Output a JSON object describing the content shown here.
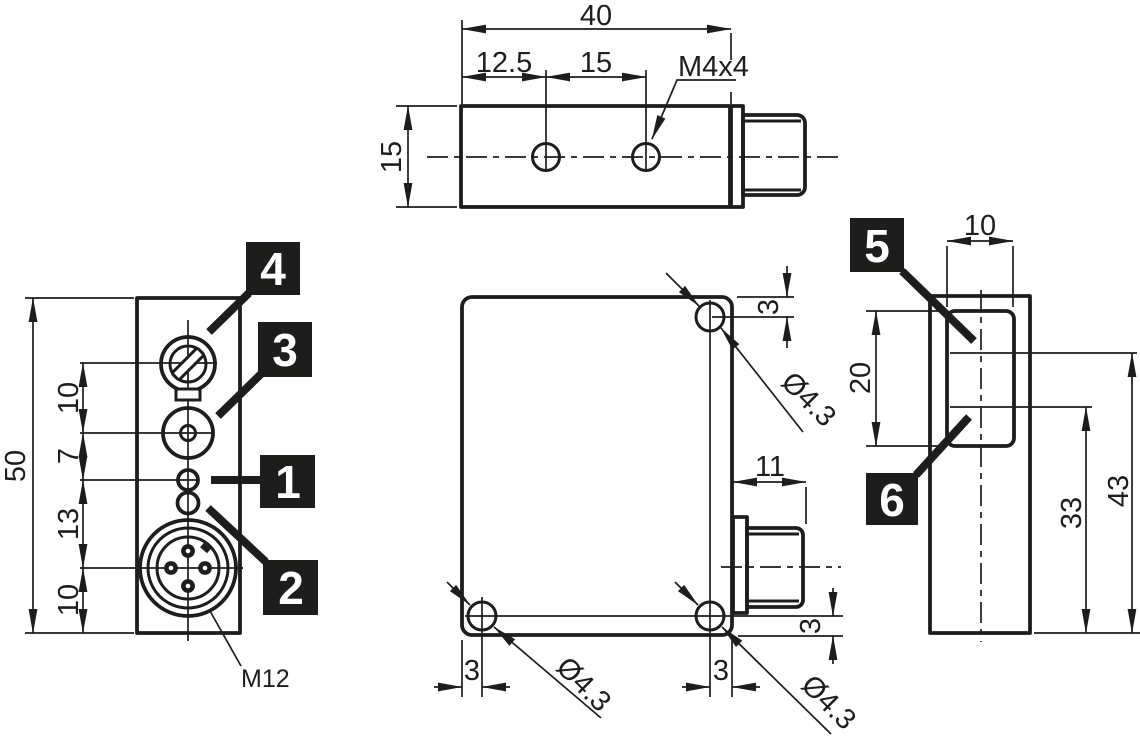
{
  "drawing": {
    "colors": {
      "line": "#1d1d1b",
      "background": "#ffffff",
      "callout_bg": "#1d1d1b",
      "callout_fg": "#ffffff"
    },
    "top_view": {
      "dim_overall_width": "40",
      "dim_hole1_offset": "12.5",
      "dim_hole_spacing": "15",
      "dim_height": "15",
      "label_thread": "M4x4"
    },
    "front_view": {
      "dim_overall_height": "50",
      "dim_pot_to_led": "10",
      "dim_led_to_indicator": "7",
      "dim_indicator_to_connector": "13",
      "dim_connector_to_bottom": "10",
      "label_connector": "M12",
      "callout_potentiometer": "4",
      "callout_display": "3",
      "callout_indicator_1": "1",
      "callout_indicator_2": "2"
    },
    "side_view": {
      "dim_hole_top_offset": "3",
      "dia_hole_top": "Ø4.3",
      "dim_connector_length": "11",
      "dim_hole_bottom_offset_v": "3",
      "dim_hole_bottom_left_offset": "3",
      "dim_hole_bottom_right_offset": "3",
      "dia_hole_bottom_left": "Ø4.3",
      "dia_hole_bottom_right": "Ø4.3"
    },
    "right_view": {
      "dim_window_width": "10",
      "dim_window_height": "20",
      "dim_upper_axis": "43",
      "dim_lower_axis": "33",
      "callout_emitter": "5",
      "callout_receiver": "6"
    }
  }
}
